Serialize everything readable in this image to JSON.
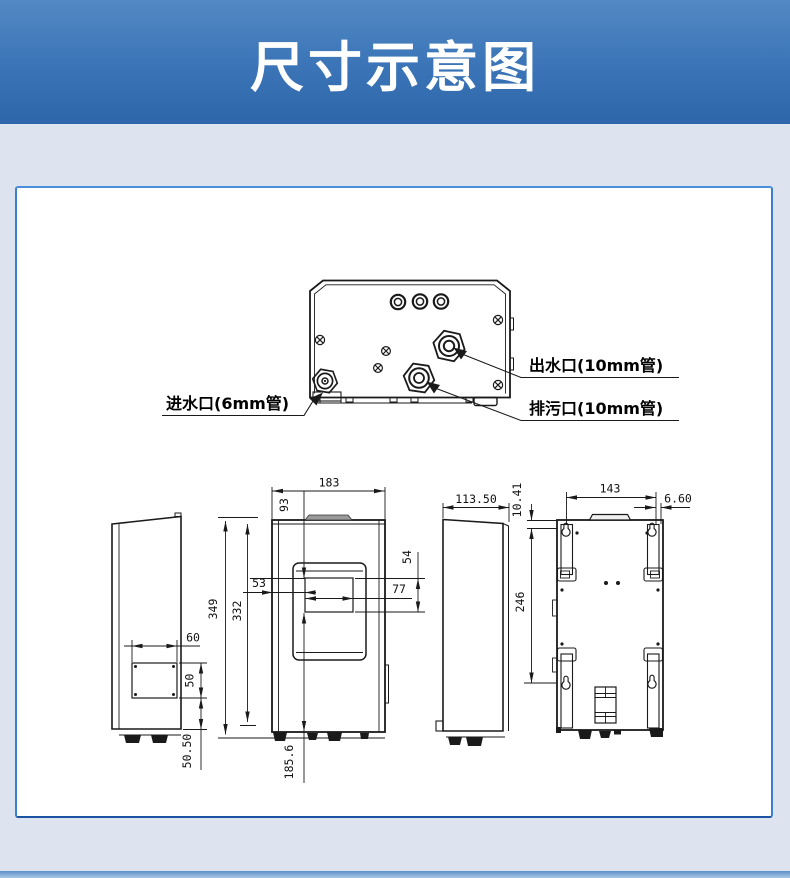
{
  "header": {
    "title": "尺寸示意图"
  },
  "top_view": {
    "outlet_label": "出水口(10mm管)",
    "drain_label": "排污口(10mm管)",
    "inlet_label": "进水口(6mm管)"
  },
  "dims": {
    "front_width": "183",
    "front_top_to_window": "93",
    "front_left_to_window": "53",
    "window_width": "77",
    "window_height": "54",
    "front_height_overall": "349",
    "front_height_body": "332",
    "window_to_bottom": "185.6",
    "side_box_width": "60",
    "side_box_height": "50",
    "side_box_to_bottom": "50.50",
    "depth": "113.50",
    "back_top_to_mount": "10.41",
    "back_mount_span_h": "143",
    "back_mount_edge_offset": "6.60",
    "back_mount_span_v": "246"
  },
  "colors": {
    "header_blue": "#2d67aa",
    "panel_border_blue": "#3b7fd0",
    "page_background": "#dde4ef",
    "line_color": "#1a1a1a"
  }
}
